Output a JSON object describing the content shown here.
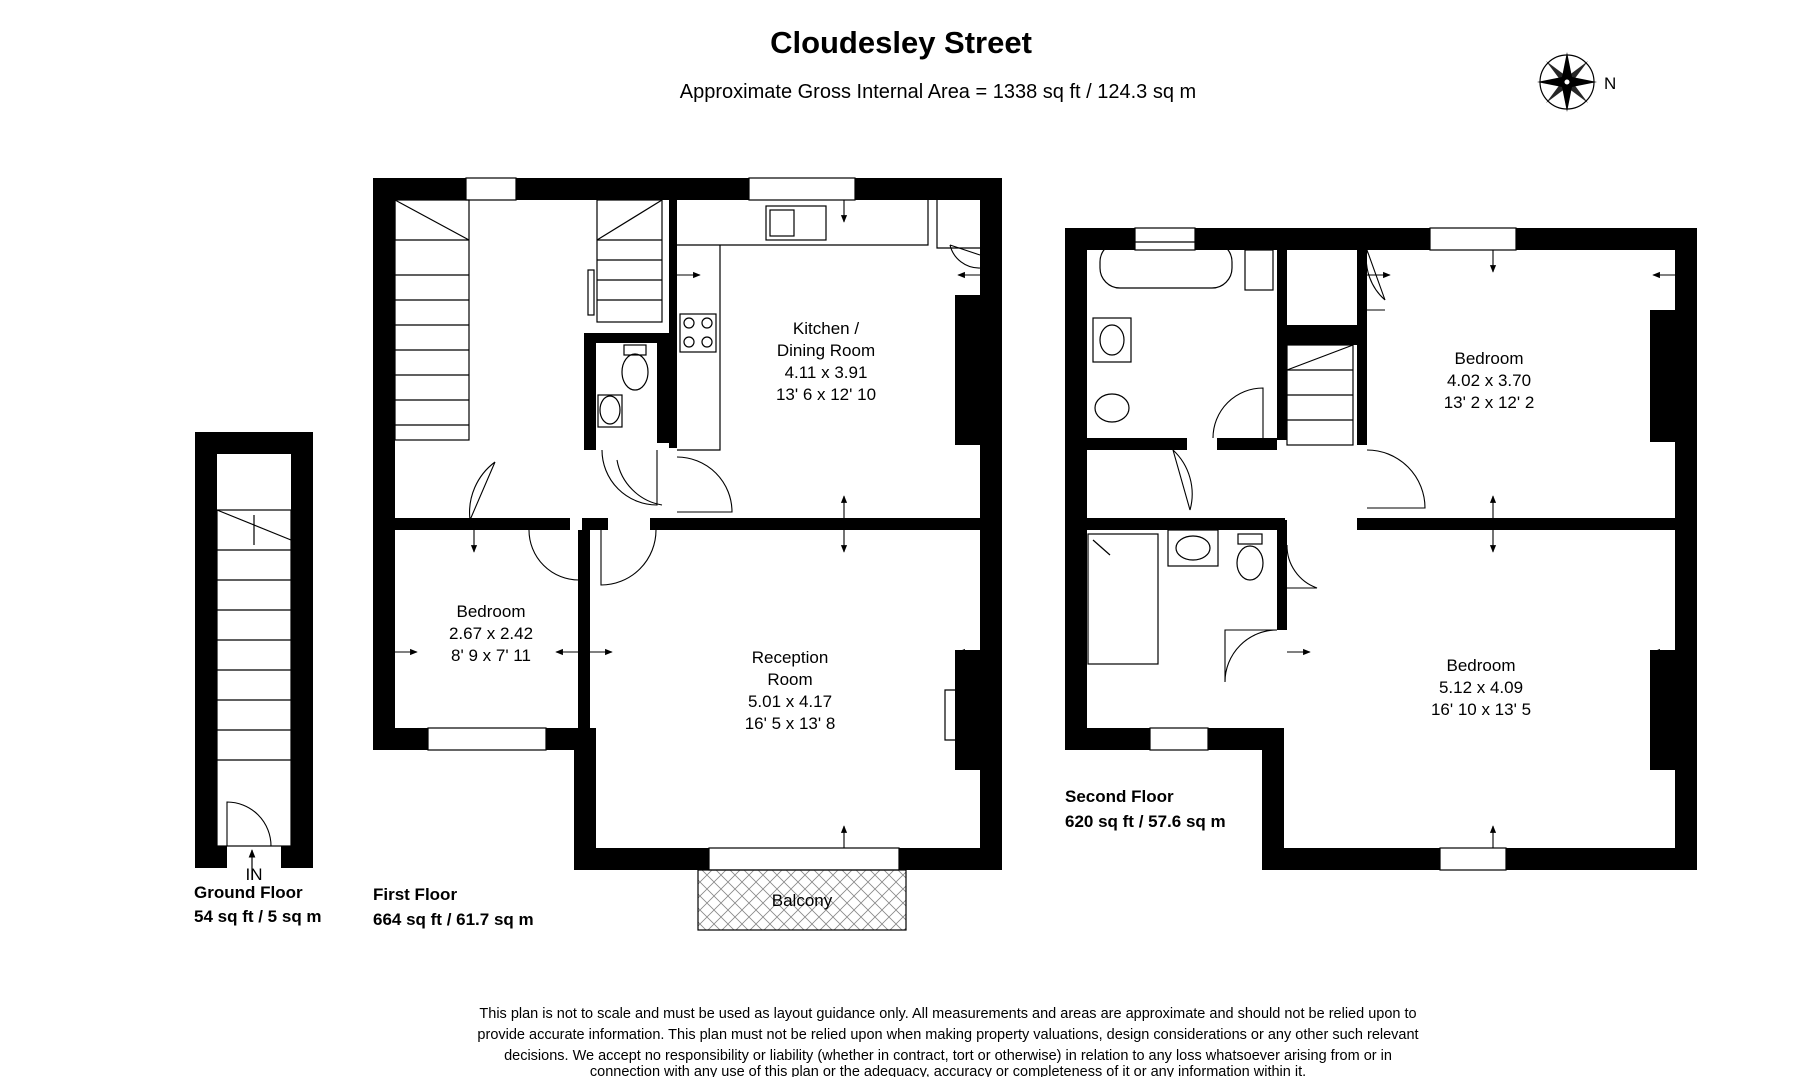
{
  "title": "Cloudesley Street",
  "subtitle": "Approximate Gross Internal Area = 1338 sq ft / 124.3 sq m",
  "compass": {
    "label": "N",
    "icon": "compass-rose-icon"
  },
  "floors": {
    "ground": {
      "name": "Ground Floor",
      "area": "54 sq ft / 5 sq m",
      "entrance_label": "IN"
    },
    "first": {
      "name": "First Floor",
      "area": "664 sq ft / 61.7 sq m",
      "rooms": {
        "kitchen": {
          "name_line1": "Kitchen /",
          "name_line2": "Dining Room",
          "metric": "4.11 x 3.91",
          "imperial": "13' 6 x 12' 10"
        },
        "bedroom": {
          "name": "Bedroom",
          "metric": "2.67 x 2.42",
          "imperial": "8' 9 x 7' 11"
        },
        "reception": {
          "name_line1": "Reception",
          "name_line2": "Room",
          "metric": "5.01 x 4.17",
          "imperial": "16' 5 x 13' 8"
        },
        "balcony": {
          "name": "Balcony"
        }
      }
    },
    "second": {
      "name": "Second Floor",
      "area": "620 sq ft / 57.6 sq m",
      "rooms": {
        "bedroom_rear": {
          "name": "Bedroom",
          "metric": "4.02 x 3.70",
          "imperial": "13' 2 x 12' 2"
        },
        "bedroom_front": {
          "name": "Bedroom",
          "metric": "5.12 x 4.09",
          "imperial": "16' 10 x 13' 5"
        }
      }
    }
  },
  "disclaimer": [
    "This plan is not to scale and must be used as layout guidance only. All measurements and areas are approximate and should not be relied upon to",
    "provide accurate information. This plan must not be relied upon when making property valuations, design considerations or any other such relevant",
    "decisions. We accept no responsibility or liability (whether in contract, tort or otherwise) in relation to any loss whatsoever arising from or in",
    "connection with any use of this plan or the adequacy, accuracy or completeness of it or any information within it."
  ]
}
